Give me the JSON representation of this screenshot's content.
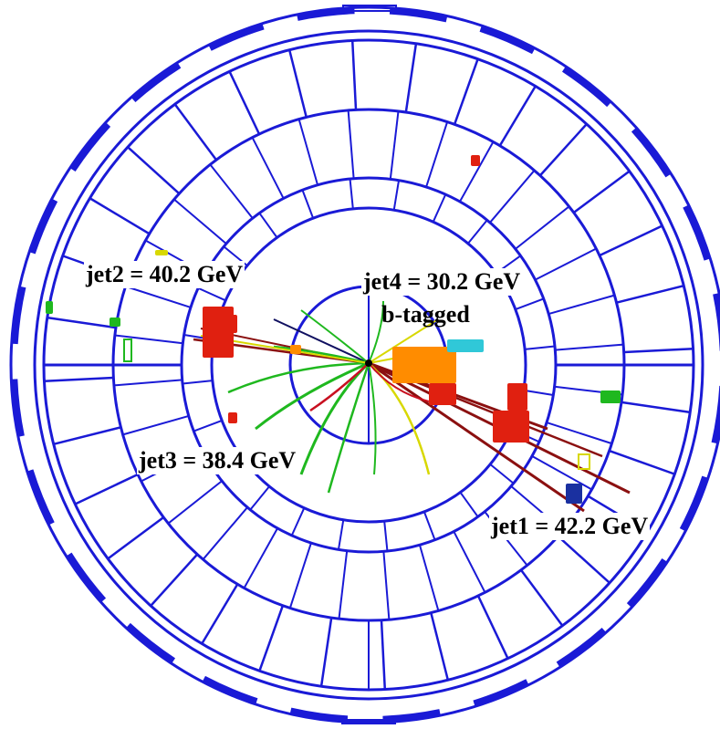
{
  "colors": {
    "detector": "#1a1ad6",
    "track_green": "#1fb81f",
    "track_yellow": "#d8d800",
    "track_darkred": "#8b1010",
    "calo_red": "#e02010",
    "calo_orange": "#ff8c00",
    "cyan": "#30c8d8",
    "text": "#000000",
    "background": "#ffffff"
  },
  "labels": {
    "jet1": "jet1 = 42.2 GeV",
    "jet2": "jet2 = 40.2 GeV",
    "jet3": "jet3 = 38.4 GeV",
    "jet4": "jet4 = 30.2 GeV",
    "btag": "b-tagged"
  }
}
